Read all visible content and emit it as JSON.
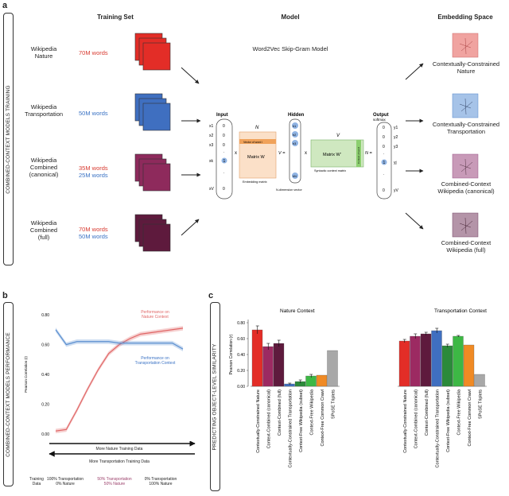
{
  "panel_a": {
    "letter": "a",
    "side_label": "COMBINED-CONTEXT MODELS TRAINING",
    "headers": {
      "training": "Training Set",
      "model": "Model",
      "embedding": "Embedding Space"
    },
    "model_title": "Word2Vec Skip-Gram Model",
    "rows": [
      {
        "name": [
          "Wikipedia",
          "Nature"
        ],
        "counts": [
          {
            "text": "70M words",
            "color": "#d83a30"
          }
        ],
        "embedding": [
          "Contextually-Constrained",
          "Nature"
        ]
      },
      {
        "name": [
          "Wikipedia",
          "Transportation"
        ],
        "counts": [
          {
            "text": "50M words",
            "color": "#3a72c4"
          }
        ],
        "embedding": [
          "Contextually-Constrained",
          "Transportation"
        ]
      },
      {
        "name": [
          "Wikipedia",
          "Combined",
          "(canonical)"
        ],
        "counts": [
          {
            "text": "35M words",
            "color": "#d83a30"
          },
          {
            "text": "25M words",
            "color": "#3a72c4"
          }
        ],
        "embedding": [
          "Combined-Context",
          "Wikipedia (canonical)"
        ]
      },
      {
        "name": [
          "Wikipedia",
          "Combined",
          "(full)"
        ],
        "counts": [
          {
            "text": "70M words",
            "color": "#d83a30"
          },
          {
            "text": "50M words",
            "color": "#3a72c4"
          }
        ],
        "embedding": [
          "Combined-Context",
          "Wikipedia (full)"
        ]
      }
    ],
    "network": {
      "input": "Input",
      "hidden": "Hidden",
      "output": "Output",
      "softmax": "softmax",
      "N": "N",
      "V": "V",
      "Vx": "V =",
      "Nx": "N =",
      "matrix_w": "Matrix W",
      "matrix_w2": "Matrix W'",
      "vector_word": "Vector of word i",
      "embedding_matrix": "Embedding matrix",
      "ndim": "N-dimension vector",
      "syntactic": "Syntactic context matrix",
      "context_word": "Context of word",
      "times": "x",
      "inputs": [
        "x1",
        "x2",
        "x3",
        "xk",
        "xV"
      ],
      "hiddens": [
        "h1",
        "h2",
        "h3",
        "hN"
      ],
      "outputs": [
        "y1",
        "y2",
        "y3",
        "yj",
        "yV"
      ],
      "zero": "0",
      "one": "1",
      "dot": "."
    }
  },
  "panel_b": {
    "letter": "b",
    "side_label": "COMBINED-CONTEXT MODELS PERFORMANCE",
    "ylabel": "Pearson Correlation (r)",
    "ann_nature": [
      "Performance on",
      "Nature Context"
    ],
    "ann_transport": [
      "Performance on",
      "Transportation Context"
    ],
    "arrow_right": "More Nature Training Data",
    "arrow_left": "More Transportation Training Data",
    "training_data_label": [
      "Training",
      "Data"
    ],
    "endpoints": [
      {
        "lines": [
          "100% Transportation",
          "0% Nature"
        ],
        "color": "#222"
      },
      {
        "lines": [
          "50% Transportation",
          "50% Nature"
        ],
        "color": "#9b3f6a"
      },
      {
        "lines": [
          "0% Transportation",
          "100% Nature"
        ],
        "color": "#222"
      }
    ]
  },
  "panel_c": {
    "letter": "c",
    "side_label": "PREDICTING OBJECT-LEVEL SIMILARITY",
    "ylabel": "Pearson Correlation (r)",
    "titles": [
      "Nature Context",
      "Transportation Context"
    ]
  },
  "chart_data": [
    {
      "type": "line",
      "ylabel": "Pearson Correlation (r)",
      "ylim": [
        0.0,
        0.8
      ],
      "yticks": [
        "0.00",
        "0.20",
        "0.40",
        "0.60",
        "0.80"
      ],
      "x": [
        0,
        1,
        2,
        3,
        4,
        5,
        6,
        7,
        8,
        9,
        10,
        11,
        12
      ],
      "series": [
        {
          "color": "#e06666",
          "values": [
            0.02,
            0.03,
            0.16,
            0.3,
            0.43,
            0.54,
            0.6,
            0.64,
            0.67,
            0.68,
            0.69,
            0.7,
            0.71
          ]
        },
        {
          "color": "#5b8fd0",
          "values": [
            0.7,
            0.6,
            0.62,
            0.62,
            0.62,
            0.62,
            0.61,
            0.61,
            0.61,
            0.61,
            0.61,
            0.61,
            0.57
          ]
        }
      ]
    },
    {
      "type": "bar",
      "ylabel": "Pearson Correlation (r)",
      "ylim": [
        0.0,
        0.8
      ],
      "yticks": [
        "0.00",
        "0.20",
        "0.40",
        "0.60",
        "0.80"
      ],
      "categories": [
        "Contextually-Constrained Nature",
        "Context-Combined (canonical)",
        "Context-Combined (full)",
        "Contextually-Constrained Transportation",
        "Context-Free Wikipedia (subset)",
        "Context-Free Wikipedia",
        "Context-Free Common Crawl",
        "SPoSE Triplets"
      ],
      "colors": [
        "#e32d27",
        "#9c2a62",
        "#5e1a3d",
        "#3f6fc0",
        "#2b8a3a",
        "#3db845",
        "#f08a24",
        "#a8a8a8"
      ],
      "groups": [
        {
          "name": "Nature Context",
          "values": [
            0.71,
            0.5,
            0.54,
            0.03,
            0.06,
            0.13,
            0.14,
            0.45
          ],
          "errors": [
            0.05,
            0.04,
            0.04,
            0.01,
            0.02,
            0.02,
            0.0,
            0.0
          ]
        },
        {
          "name": "Transportation Context",
          "values": [
            0.57,
            0.63,
            0.66,
            0.7,
            0.51,
            0.63,
            0.52,
            0.15
          ],
          "errors": [
            0.02,
            0.03,
            0.02,
            0.03,
            0.02,
            0.01,
            0.0,
            0.0
          ]
        }
      ]
    }
  ]
}
